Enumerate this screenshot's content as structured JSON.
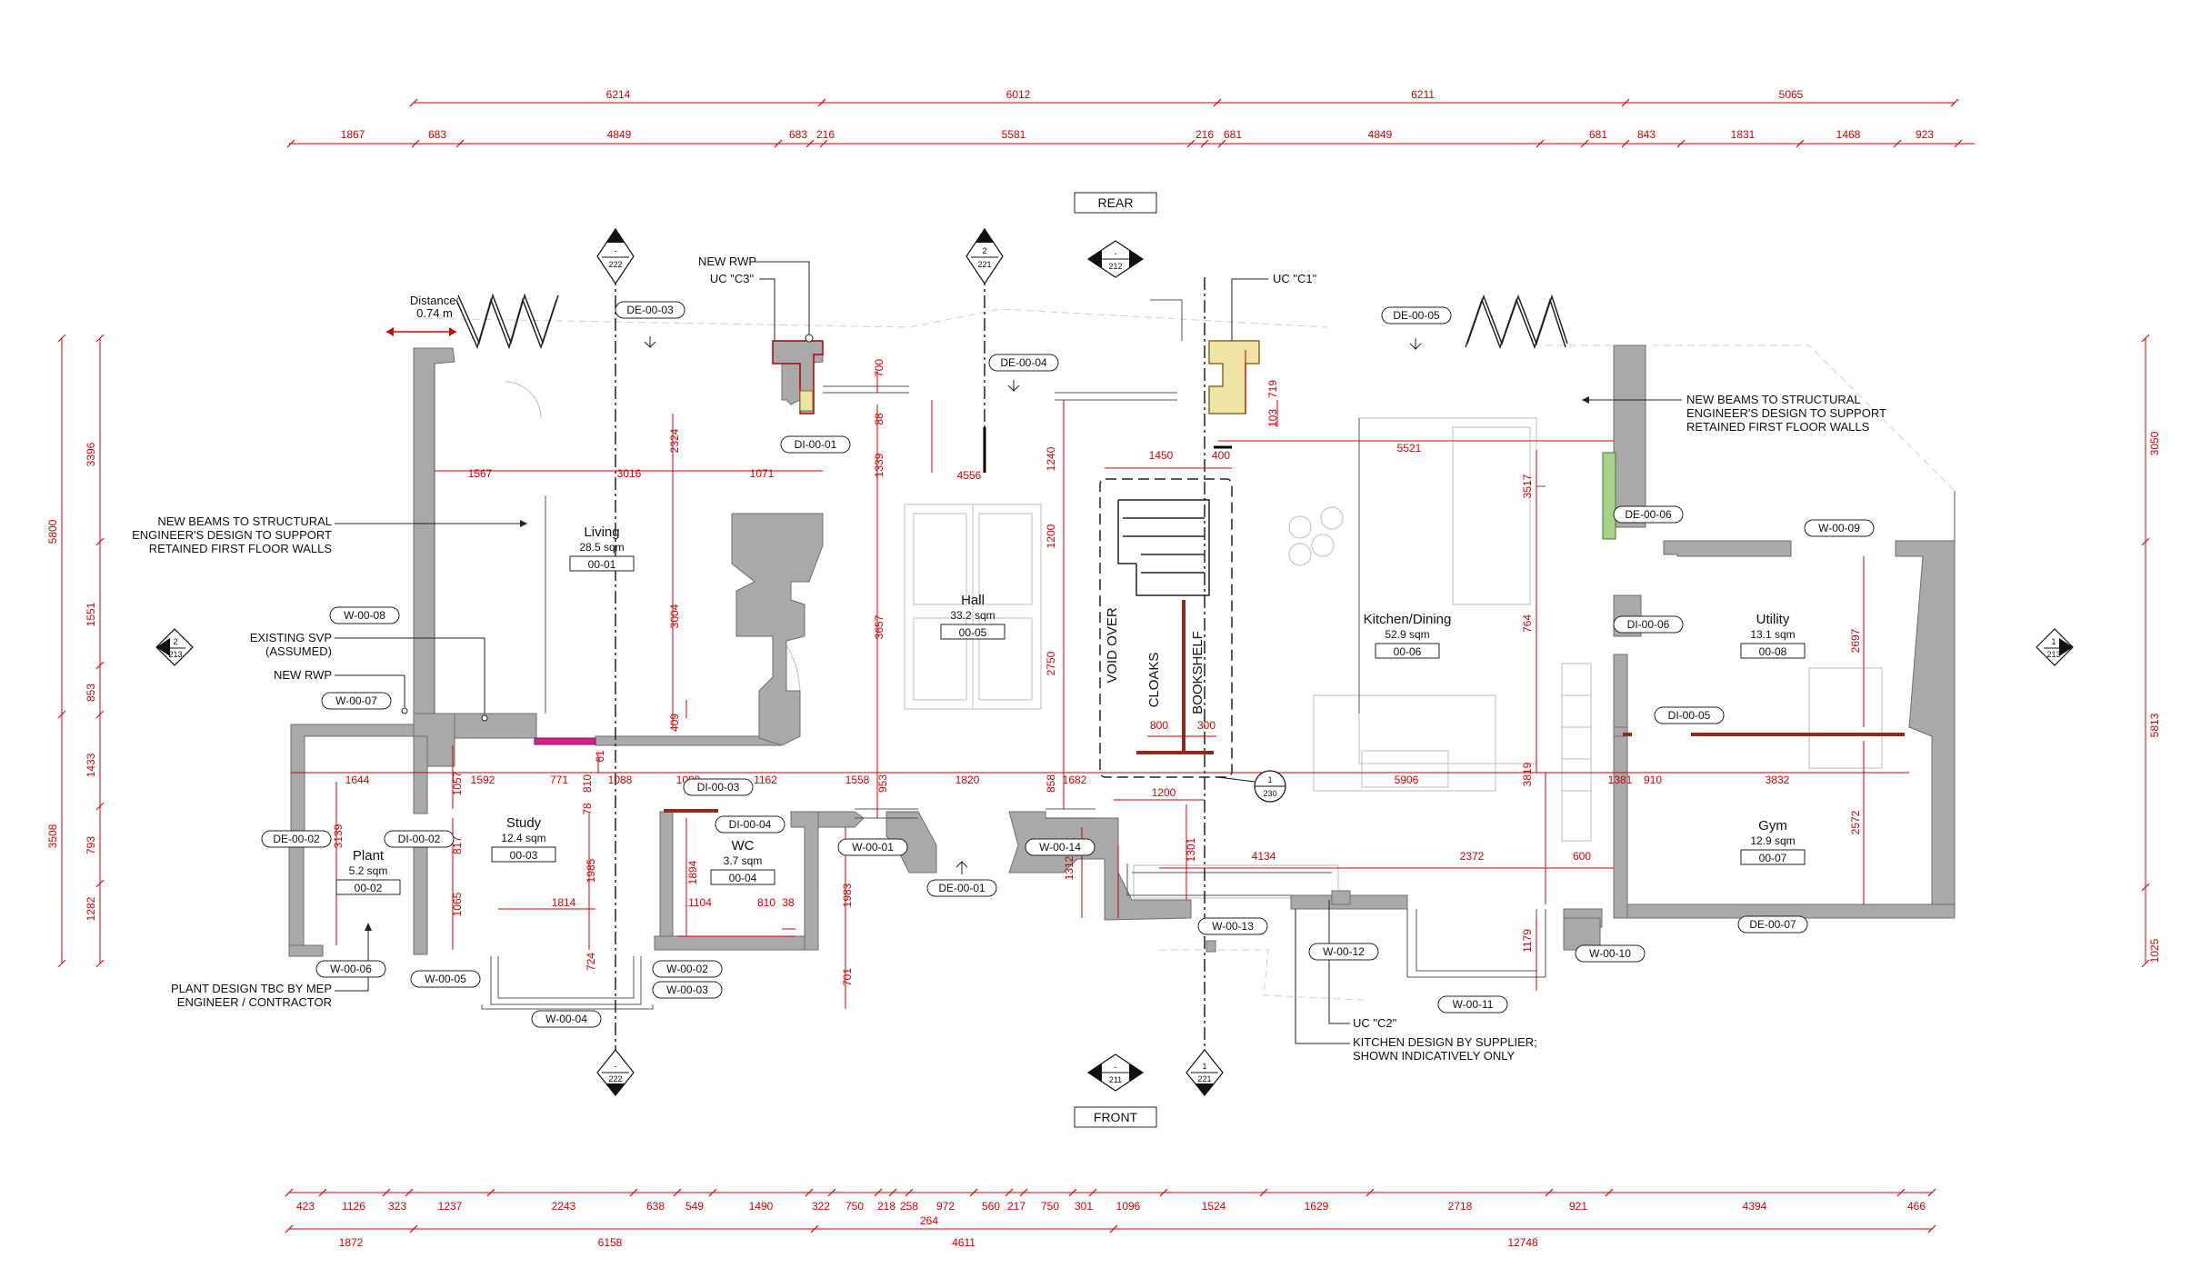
{
  "dimensions": {
    "top_overall": [
      "6214",
      "6012",
      "6211",
      "5065"
    ],
    "top_detail": [
      "1867",
      "683",
      "4849",
      "683",
      "216",
      "5581",
      "216",
      "681",
      "4849",
      "681",
      "843",
      "1831",
      "1468",
      "923"
    ],
    "bottom_detail": [
      "423",
      "1126",
      "323",
      "1237",
      "2243",
      "638",
      "549",
      "1490",
      "322",
      "750",
      "218",
      "258",
      "972",
      "560",
      "217",
      "750",
      "301",
      "1096",
      "1524",
      "1629",
      "2718",
      "921",
      "4394",
      "466"
    ],
    "bottom_extra": "264",
    "bottom_overall": [
      "1872",
      "6158",
      "4611",
      "12748"
    ],
    "left_outer": "5800",
    "left_outer_lower": "3508",
    "left_inner": [
      "3396",
      "1551",
      "853",
      "1433",
      "793",
      "1282"
    ],
    "right_outer": [
      "3050",
      "5813",
      "1025"
    ],
    "interior": [
      "1567",
      "3016",
      "1071",
      "2324",
      "3004",
      "409",
      "700",
      "88",
      "1339",
      "4556",
      "1240",
      "1200",
      "3657",
      "2750",
      "1450",
      "400",
      "5521",
      "3517",
      "764",
      "719",
      "103",
      "800",
      "300",
      "1644",
      "1592",
      "771",
      "1088",
      "1000",
      "1162",
      "1558",
      "1820",
      "858",
      "1682",
      "5906",
      "3819",
      "1381",
      "910",
      "3832",
      "1057",
      "810",
      "78",
      "61",
      "3139",
      "817",
      "1065",
      "1814",
      "1985",
      "724",
      "1894",
      "1104",
      "810",
      "38",
      "953",
      "1983",
      "701",
      "1200",
      "1301",
      "1312",
      "4134",
      "2372",
      "600",
      "1179",
      "2697",
      "2572"
    ]
  },
  "labels": {
    "rear": "REAR",
    "front": "FRONT",
    "distance": "Distance:",
    "distance_value": "0.74 m",
    "new_rwp_top": "NEW RWP",
    "uc_c3": "UC \"C3\"",
    "uc_c1": "UC \"C1\"",
    "uc_c2": "UC \"C2\"",
    "beams_left": [
      "NEW BEAMS TO STRUCTURAL",
      "ENGINEER'S DESIGN TO SUPPORT",
      "RETAINED FIRST FLOOR WALLS"
    ],
    "beams_right": [
      "NEW BEAMS TO STRUCTURAL",
      "ENGINEER'S DESIGN TO SUPPORT",
      "RETAINED FIRST FLOOR WALLS"
    ],
    "existing_svp": [
      "EXISTING SVP",
      "(ASSUMED)"
    ],
    "new_rwp_left": "NEW RWP",
    "plant_design": [
      "PLANT DESIGN TBC BY MEP",
      "ENGINEER / CONTRACTOR"
    ],
    "kitchen_design": [
      "KITCHEN DESIGN BY SUPPLIER;",
      "SHOWN INDICATIVELY ONLY"
    ],
    "void_over": "VOID OVER",
    "cloaks": "CLOAKS",
    "bookshelf": "BOOKSHELF"
  },
  "rooms": [
    {
      "name": "Living",
      "area": "28.5 sqm",
      "number": "00-01"
    },
    {
      "name": "Hall",
      "area": "33.2 sqm",
      "number": "00-05"
    },
    {
      "name": "Kitchen/Dining",
      "area": "52.9 sqm",
      "number": "00-06"
    },
    {
      "name": "Utility",
      "area": "13.1 sqm",
      "number": "00-08"
    },
    {
      "name": "Gym",
      "area": "12.9 sqm",
      "number": "00-07"
    },
    {
      "name": "Plant",
      "area": "5.2 sqm",
      "number": "00-02"
    },
    {
      "name": "Study",
      "area": "12.4 sqm",
      "number": "00-03"
    },
    {
      "name": "WC",
      "area": "3.7 sqm",
      "number": "00-04"
    }
  ],
  "tags": {
    "de_00_03": "DE-00-03",
    "de_00_04": "DE-00-04",
    "de_00_05": "DE-00-05",
    "de_00_06": "DE-00-06",
    "de_00_02": "DE-00-02",
    "de_00_01": "DE-00-01",
    "de_00_07": "DE-00-07",
    "di_00_01": "DI-00-01",
    "di_00_02": "DI-00-02",
    "di_00_03": "DI-00-03",
    "di_00_04": "DI-00-04",
    "di_00_05": "DI-00-05",
    "di_00_06": "DI-00-06",
    "w_00_01": "W-00-01",
    "w_00_02": "W-00-02",
    "w_00_03": "W-00-03",
    "w_00_04": "W-00-04",
    "w_00_05": "W-00-05",
    "w_00_06": "W-00-06",
    "w_00_07": "W-00-07",
    "w_00_08": "W-00-08",
    "w_00_09": "W-00-09",
    "w_00_10": "W-00-10",
    "w_00_11": "W-00-11",
    "w_00_12": "W-00-12",
    "w_00_13": "W-00-13",
    "w_00_14": "W-00-14"
  },
  "section_marks": {
    "m222_top": {
      "a": "-",
      "b": "222"
    },
    "m221_top": {
      "a": "2",
      "b": "221"
    },
    "m212": {
      "a": "-",
      "b": "212"
    },
    "m213_left": {
      "a": "2",
      "b": "213"
    },
    "m213_right": {
      "a": "1",
      "b": "213"
    },
    "m222_bottom": {
      "a": "-",
      "b": "222"
    },
    "m211": {
      "a": "-",
      "b": "211"
    },
    "m221_bottom": {
      "a": "1",
      "b": "221"
    },
    "m230": {
      "a": "1",
      "b": "230"
    }
  }
}
